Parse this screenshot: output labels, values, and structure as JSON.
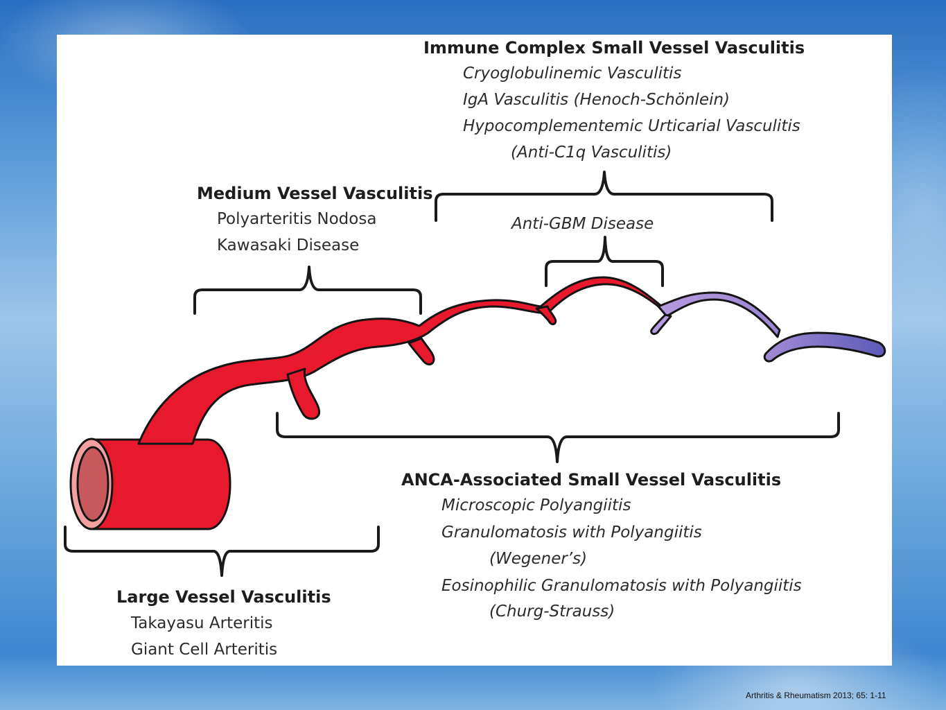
{
  "immune_complex": {
    "heading": "Immune Complex  Small Vessel Vasculitis",
    "items": [
      "Cryoglobulinemic Vasculitis",
      "IgA Vasculitis (Henoch-Schönlein)",
      "Hypocomplementemic Urticarial Vasculitis",
      "(Anti-C1q Vasculitis)"
    ]
  },
  "medium_vessel": {
    "heading": "Medium Vessel Vasculitis",
    "items": [
      "Polyarteritis Nodosa",
      "Kawasaki Disease"
    ]
  },
  "anti_gbm": {
    "label": "Anti-GBM Disease"
  },
  "anca": {
    "heading": "ANCA-Associated Small Vessel Vasculitis",
    "items": [
      "Microscopic Polyangiitis",
      "Granulomatosis with Polyangiitis",
      "(Wegener’s)",
      "Eosinophilic Granulomatosis with Polyangiitis",
      "(Churg-Strauss)"
    ]
  },
  "large_vessel": {
    "heading": "Large Vessel Vasculitis",
    "items": [
      "Takayasu Arteritis",
      "Giant Cell Arteritis"
    ]
  },
  "citation": "Arthritis & Rheumatism 2013; 65: 1-11",
  "colors": {
    "vessel_red": "#e8192c",
    "vessel_lumen": "#c85a5e",
    "vessel_wall": "#f2a0a0",
    "vessel_purple": "#a98fd6",
    "vessel_blue": "#6a68c0",
    "bracket": "#1a1a1a"
  }
}
